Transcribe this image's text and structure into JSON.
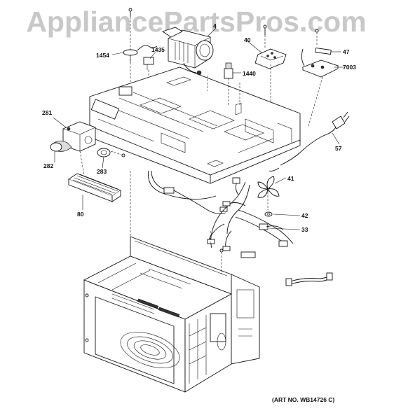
{
  "watermark": "AppliancePartsPros.com",
  "art_number": "(ART NO. WB14726 C)",
  "callouts": {
    "c1454": "1454",
    "c1435": "1435",
    "c4": "4",
    "c40": "40",
    "c47": "47",
    "c7003": "7003",
    "c1440": "1440",
    "c281": "281",
    "c57": "57",
    "c282": "282",
    "c283": "283",
    "c41": "41",
    "c80": "80",
    "c42": "42",
    "c33": "33"
  }
}
